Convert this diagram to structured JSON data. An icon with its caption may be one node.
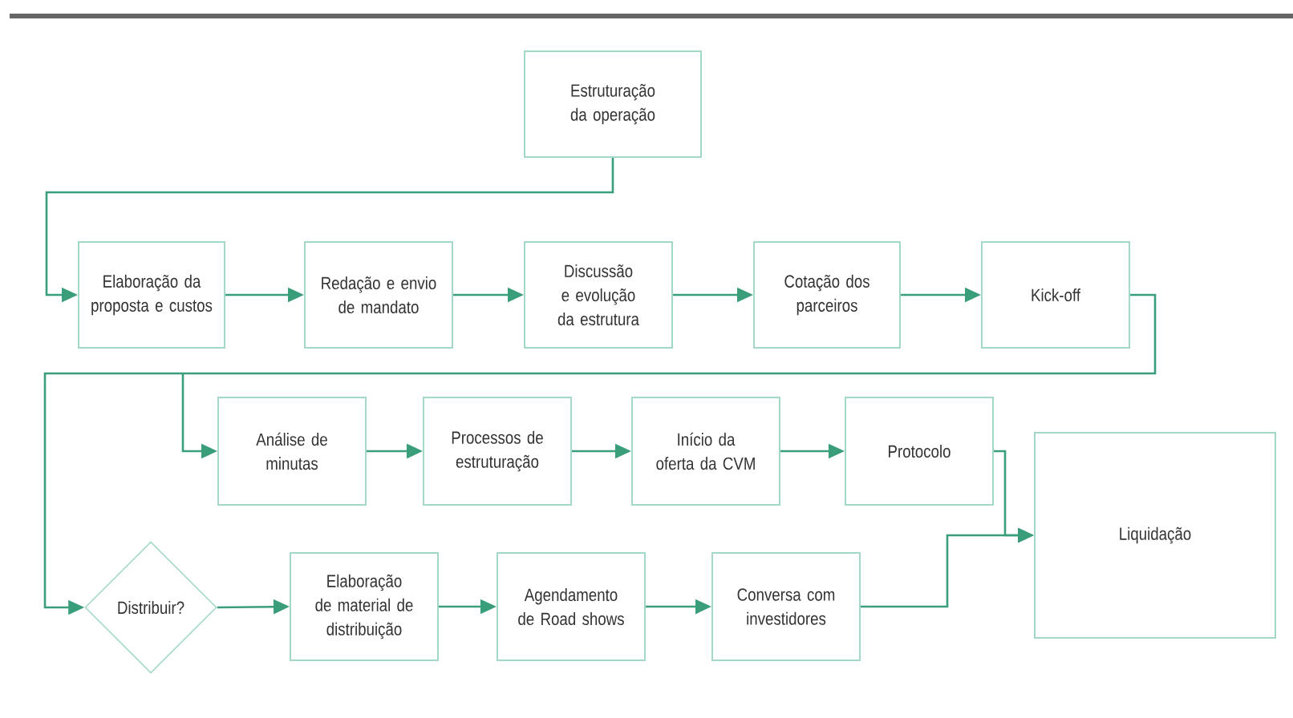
{
  "diagram": {
    "nodes": [
      {
        "text": [
          "Estruturação da operação"
        ]
      },
      {
        "text": [
          "Elaboração da proposta e custos"
        ]
      },
      {
        "text": [
          "Redação e envio de mandato"
        ]
      },
      {
        "text": [
          "Discussão e evolução da estrutura"
        ]
      },
      {
        "text": [
          "Cotação dos parceiros"
        ]
      },
      {
        "text": [
          "Kick-off"
        ]
      },
      {
        "text": [
          "Análise de minutas"
        ]
      },
      {
        "text": [
          "Processos de estruturação"
        ]
      },
      {
        "text": [
          "Início da oferta da CVM"
        ]
      },
      {
        "text": [
          "Protocolo"
        ]
      },
      {
        "text": [
          "Liquidação"
        ]
      },
      {
        "text": [
          "Distribuir?"
        ]
      },
      {
        "text": [
          "Elaboração de material de distribuição"
        ]
      },
      {
        "text": [
          "Agendamento de Road shows"
        ]
      },
      {
        "text": [
          "Conversa com investidores"
        ]
      }
    ],
    "edges": [
      {
        "from": 0,
        "to": 1,
        "arrow": "to"
      },
      {
        "from": 1,
        "to": 2,
        "arrow": "to"
      },
      {
        "from": 2,
        "to": 3,
        "arrow": "to"
      },
      {
        "from": 3,
        "to": 4,
        "arrow": "to"
      },
      {
        "from": 4,
        "to": 5,
        "arrow": "to"
      },
      {
        "from": 5,
        "to": 6,
        "arrow": "to"
      },
      {
        "from": 5,
        "to": 11,
        "arrow": "to"
      },
      {
        "from": 6,
        "to": 7,
        "arrow": "to"
      },
      {
        "from": 7,
        "to": 8,
        "arrow": "to"
      },
      {
        "from": 8,
        "to": 9,
        "arrow": "to"
      },
      {
        "from": 9,
        "to": 10,
        "arrow": "to"
      },
      {
        "from": 11,
        "to": 12,
        "arrow": "to"
      },
      {
        "from": 12,
        "to": 13,
        "arrow": "to"
      },
      {
        "from": 13,
        "to": 14,
        "arrow": "to"
      },
      {
        "from": 14,
        "to": 10,
        "arrow": "to"
      }
    ]
  }
}
